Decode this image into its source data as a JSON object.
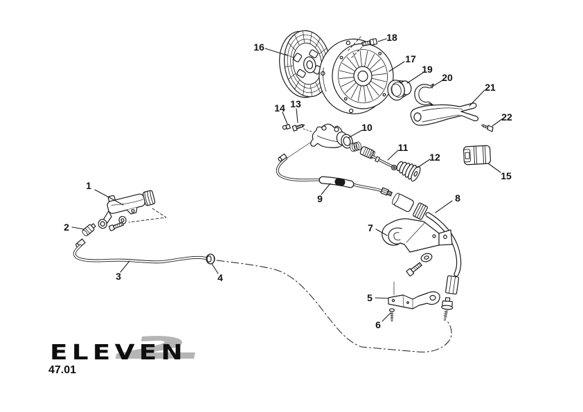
{
  "logo": {
    "brand": "ELEVEN",
    "page_code": "47.01"
  },
  "diagram": {
    "callout_numbers": [
      "1",
      "2",
      "3",
      "4",
      "5",
      "6",
      "7",
      "8",
      "9",
      "10",
      "11",
      "12",
      "13",
      "14",
      "15",
      "16",
      "17",
      "18",
      "19",
      "20",
      "21",
      "22"
    ]
  },
  "colors": {
    "line": "#1a1a1a",
    "logo_gray": "#b5b5b5",
    "background": "#ffffff",
    "label_text": "#111111"
  }
}
